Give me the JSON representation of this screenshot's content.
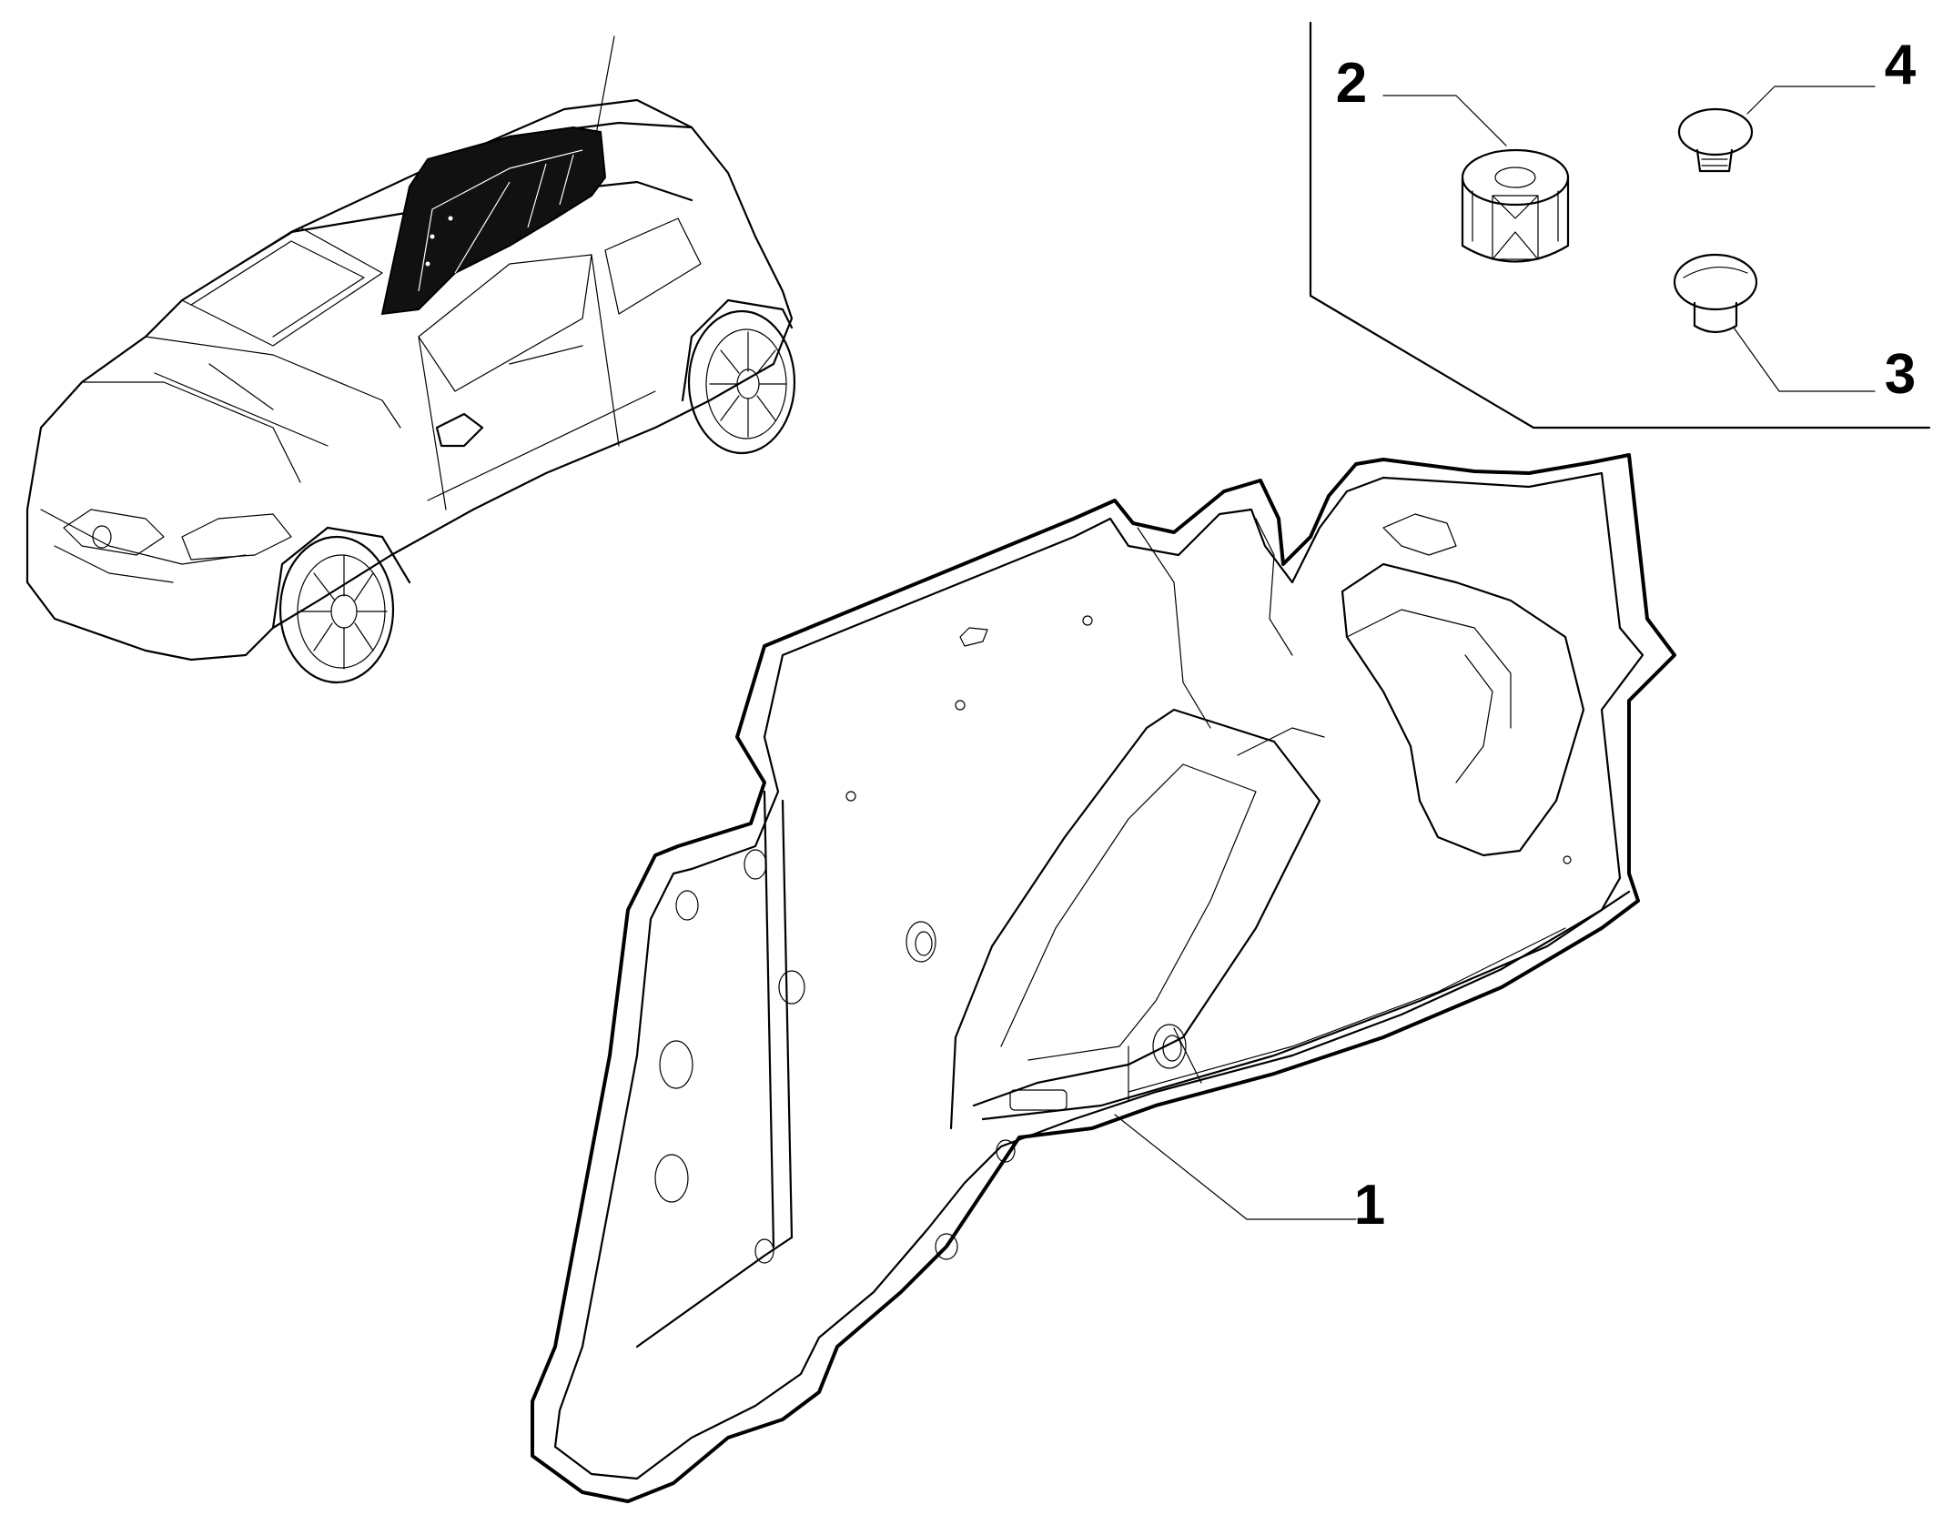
{
  "diagram": {
    "callouts": [
      {
        "id": "1",
        "label": "1"
      },
      {
        "id": "2",
        "label": "2"
      },
      {
        "id": "3",
        "label": "3"
      },
      {
        "id": "4",
        "label": "4"
      }
    ],
    "colors": {
      "line": "#000000",
      "background": "#ffffff",
      "highlight_part": "#111111"
    }
  }
}
